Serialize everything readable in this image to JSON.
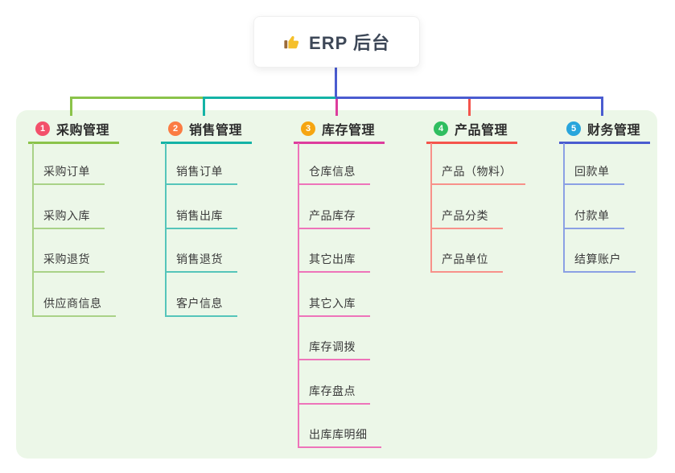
{
  "root": {
    "title": "ERP 后台",
    "icon": "thumbs-up-icon"
  },
  "colors": {
    "canvas_bg": "#ecf7e8",
    "root_connector": "#4a5cd0",
    "root_text": "#3d4757",
    "header_text": "#2d2d2d",
    "child_text": "#3a3a3a",
    "thumb_yellow": "#f5c02c",
    "thumb_cuff": "#9a6a3a"
  },
  "branches": [
    {
      "badge": "1",
      "badge_color": "#f3506a",
      "label": "采购管理",
      "line_color": "#8bc34a",
      "child_line_color": "#a9d287",
      "children": [
        "采购订单",
        "采购入库",
        "采购退货",
        "供应商信息"
      ]
    },
    {
      "badge": "2",
      "badge_color": "#fb7c43",
      "label": "销售管理",
      "line_color": "#14b3a6",
      "child_line_color": "#55c5ba",
      "children": [
        "销售订单",
        "销售出库",
        "销售退货",
        "客户信息"
      ]
    },
    {
      "badge": "3",
      "badge_color": "#f6a511",
      "label": "库存管理",
      "line_color": "#dd3d9d",
      "child_line_color": "#ee74ba",
      "children": [
        "仓库信息",
        "产品库存",
        "其它出库",
        "其它入库",
        "库存调拨",
        "库存盘点",
        "出库库明细"
      ]
    },
    {
      "badge": "4",
      "badge_color": "#2fbe60",
      "label": "产品管理",
      "line_color": "#f4544c",
      "child_line_color": "#f8918a",
      "children": [
        "产品（物料）",
        "产品分类",
        "产品单位"
      ]
    },
    {
      "badge": "5",
      "badge_color": "#28a5dc",
      "label": "财务管理",
      "line_color": "#4a5cd0",
      "child_line_color": "#8ba0e4",
      "children": [
        "回款单",
        "付款单",
        "结算账户"
      ]
    }
  ]
}
